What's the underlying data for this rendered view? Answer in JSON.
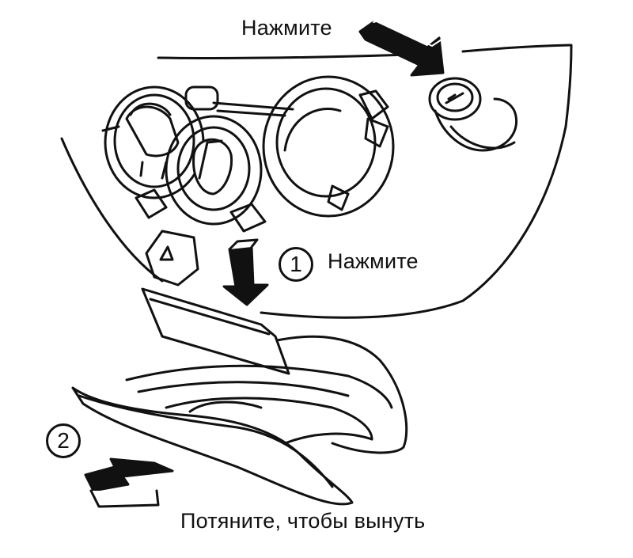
{
  "labels": {
    "top_press": "Нажмите",
    "step1_press": "Нажмите",
    "step2_pull": "Потяните, чтобы вынуть"
  },
  "steps": {
    "step1_number": "1",
    "step2_number": "2"
  },
  "colors": {
    "ink": "#111111",
    "paper": "#ffffff"
  }
}
